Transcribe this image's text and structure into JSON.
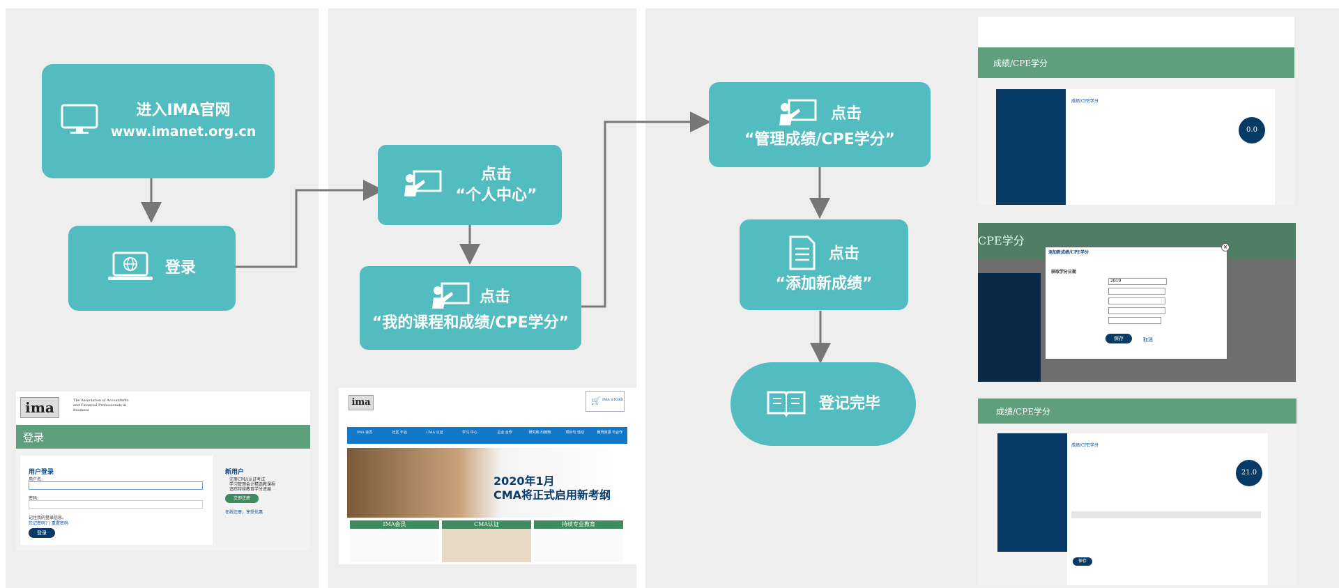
{
  "flow": {
    "enter_site": {
      "line1": "进入IMA官网",
      "line2": "www.imanet.org.cn"
    },
    "login": {
      "label": "登录"
    },
    "personal_center": {
      "line1": "点击",
      "line2": "“个人中心”"
    },
    "my_courses": {
      "line1": "点击",
      "line2": "“我的课程和成绩/CPE学分”"
    },
    "manage_scores": {
      "line1": "点击",
      "line2": "“管理成绩/CPE学分”"
    },
    "add_score": {
      "line1": "点击",
      "line2": "“添加新成绩”"
    },
    "done": {
      "label": "登记完毕"
    }
  },
  "screens": {
    "login": {
      "logo": "ima",
      "org": "The Association of Accountants and Financial Professionals in Business",
      "header": "登录",
      "user_login": "用户登录",
      "username_label": "用户名:",
      "password_label": "密码:",
      "remember": "记住我的登录信息。",
      "forgot": "忘记密码? | 重置密码",
      "login_btn": "登录",
      "new_user": "新用户",
      "new_user_items": [
        "注册CMA认证考试",
        "学习管理会计精选教课程",
        "追踪持续教育学分进展"
      ],
      "register_btn": "立即注册",
      "register_link": "在线注册，享受优惠"
    },
    "home": {
      "logo": "ima",
      "store": "IMA STORE",
      "nav": [
        "IMA 会员",
        "社区 平台",
        "CMA 认证",
        "学习 中心",
        "企业 合作",
        "研究和 出版物",
        "项目与 活动",
        "教育资源 与合作"
      ],
      "banner_line1": "2020年1月",
      "banner_line2": "CMA将正式启用新考纲",
      "cards": [
        "IMA会员",
        "CMA认证",
        "持续专业教育"
      ]
    },
    "scores_top": {
      "header": "成绩/CPE学分",
      "circle_value": "0.0",
      "section": "成绩/CPE学分"
    },
    "scores_modal": {
      "header": "CPE学分",
      "title": "添加新成绩/CPE学分",
      "subtitle": "获取学分日期",
      "year": "2019",
      "save": "保存",
      "cancel": "取消"
    },
    "scores_bottom": {
      "header": "成绩/CPE学分",
      "circle_value": "21.0",
      "section": "成绩/CPE学分",
      "save": "保存"
    }
  }
}
